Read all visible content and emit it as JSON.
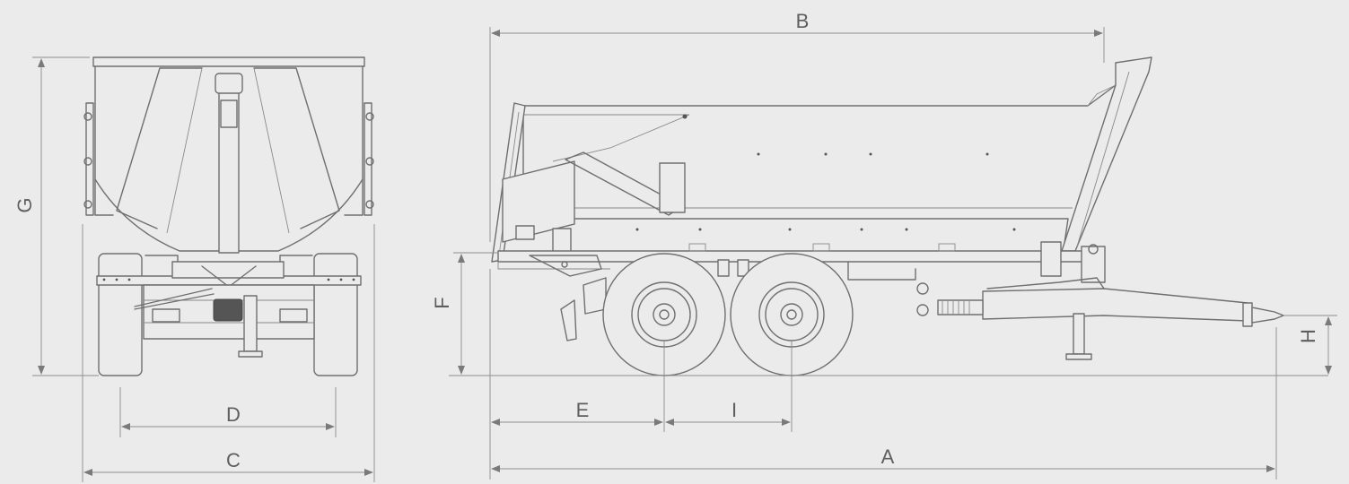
{
  "drawing": {
    "title": "",
    "dimensions": {
      "A": "A",
      "B": "B",
      "C": "C",
      "D": "D",
      "E": "E",
      "F": "F",
      "G": "G",
      "H": "H",
      "I": "I"
    }
  }
}
